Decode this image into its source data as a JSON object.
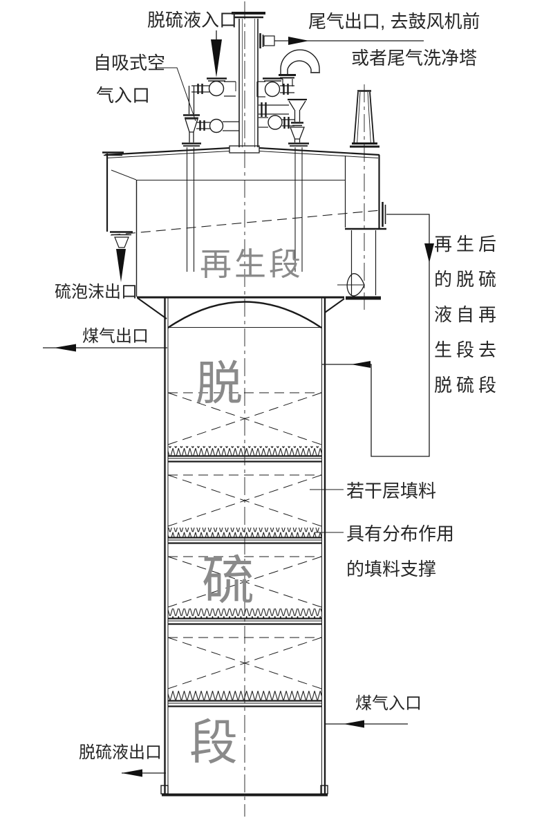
{
  "diagram": {
    "labels": {
      "desulf_liquid_inlet": "脱硫液入口",
      "air_inlet_l1": "自吸式空",
      "air_inlet_l2": "气入口",
      "tail_gas_l1": "尾气出口, 去鼓风机前",
      "tail_gas_l2": "或者尾气洗净塔",
      "sulfur_foam_outlet": "硫泡沫出口",
      "coal_gas_outlet": "煤气出口",
      "regen_section": "再生段",
      "recycle_l1": "再生后",
      "recycle_l2": "的脱硫",
      "recycle_l3": "液自再",
      "recycle_l4": "生段去",
      "recycle_l5": "脱硫段",
      "tower_char_1": "脱",
      "tower_char_2": "硫",
      "tower_char_3": "段",
      "packing_label": "若干层填料",
      "support_l1": "具有分布作用",
      "support_l2": "的填料支撑",
      "coal_gas_inlet": "煤气入口",
      "desulf_liquid_outlet": "脱硫液出口"
    },
    "colors": {
      "line": "#1a1a1a",
      "watermark": "#8a8a8a",
      "background": "#ffffff"
    }
  }
}
